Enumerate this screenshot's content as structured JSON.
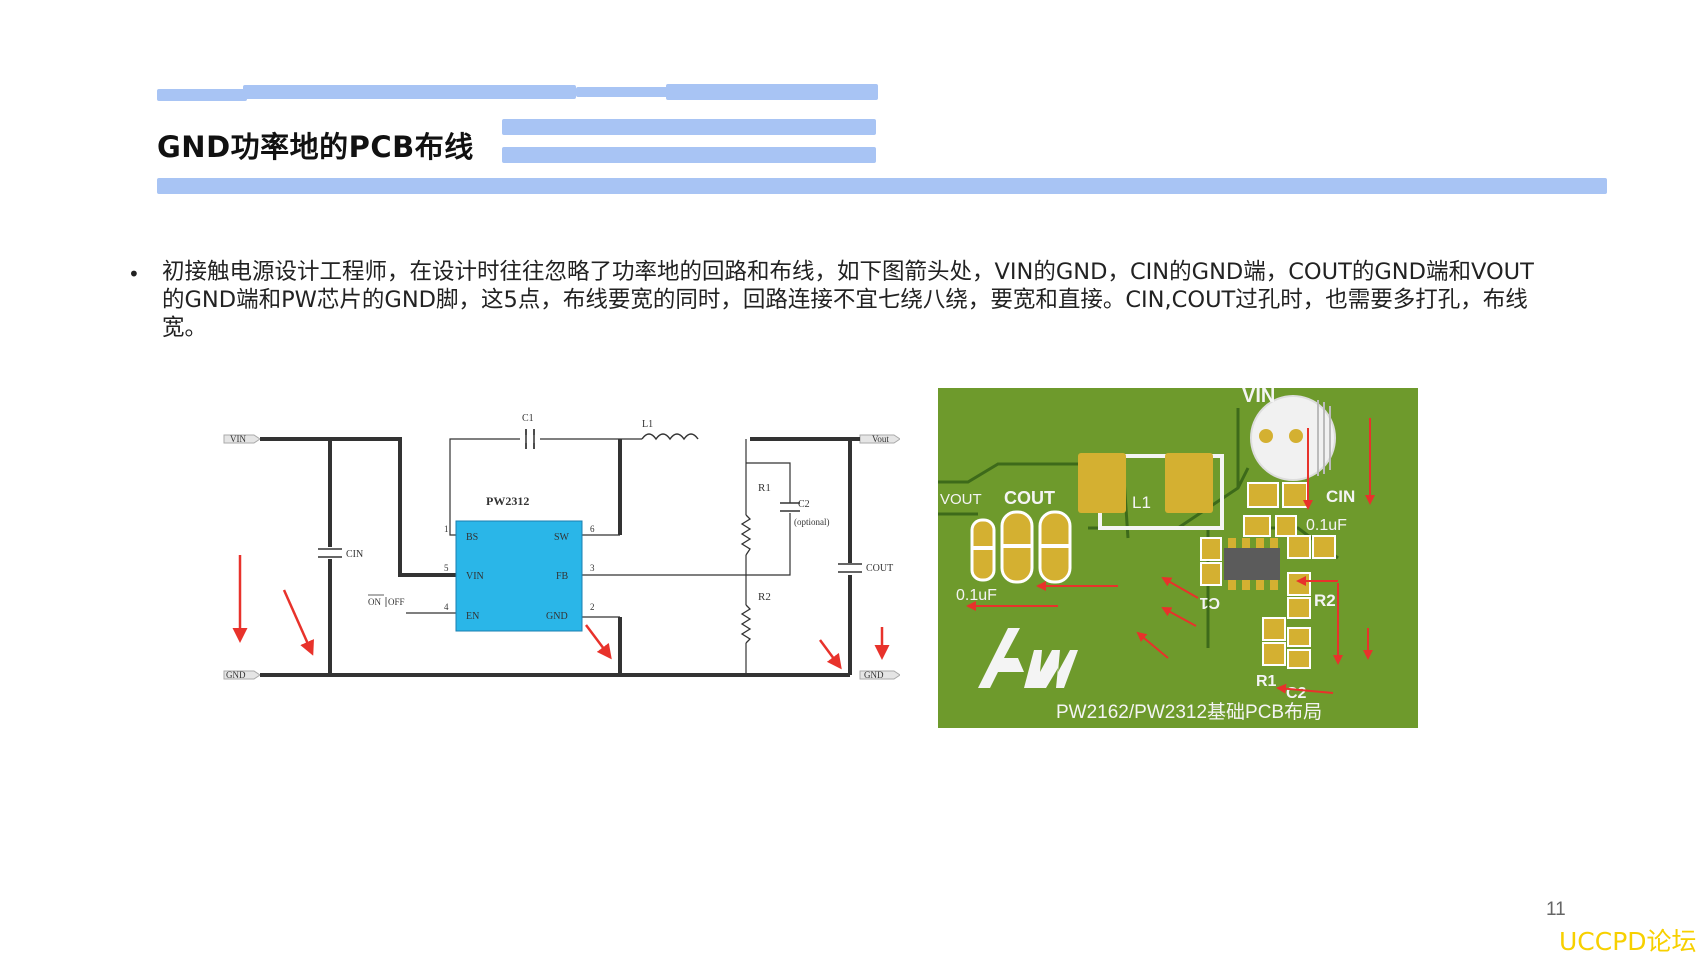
{
  "slide": {
    "title": "GND功率地的PCB布线",
    "bullet": "初接触电源设计工程师，在设计时往往忽略了功率地的回路和布线，如下图箭头处，VIN的GND，CIN的GND端，COUT的GND端和VOUT的GND端和PW芯片的GND脚，这5点，布线要宽的同时，回路连接不宜七绕八绕，要宽和直接。CIN,COUT过孔时，也需要多打孔，布线宽。",
    "page_number": "11",
    "watermark": "UCCPD论坛"
  },
  "schematic": {
    "net_vin": "VIN",
    "net_vout": "Vout",
    "net_gnd_left": "GND",
    "net_gnd_right": "GND",
    "ic_name": "PW2312",
    "pins": {
      "bs": "BS",
      "vin": "VIN",
      "en": "EN",
      "sw": "SW",
      "fb": "FB",
      "gnd": "GND",
      "n1": "1",
      "n5": "5",
      "n4": "4",
      "n6": "6",
      "n3": "3",
      "n2": "2"
    },
    "c1": "C1",
    "l1": "L1",
    "r1": "R1",
    "r2": "R2",
    "c2": "C2",
    "c2_note": "(optional)",
    "cin": "CIN",
    "cout": "COUT",
    "on": "ON",
    "off": "OFF"
  },
  "pcb": {
    "vin": "VIN",
    "vout": "VOUT",
    "cout": "COUT",
    "l1": "L1",
    "cin": "CIN",
    "cap_left": "0.1uF",
    "cap_right": "0.1uF",
    "r2": "R2",
    "r1": "R1",
    "c2": "C2",
    "c1": "C1",
    "caption": "PW2162/PW2312基础PCB布局",
    "board_color": "#6e9a2c",
    "pad_color": "#d4b031",
    "arrow_color": "#e8322b"
  },
  "colors": {
    "accent_bar": "#a8c4f4",
    "chip_fill": "#2ab6e8",
    "arrow": "#e8322b",
    "watermark": "#f7d000"
  }
}
